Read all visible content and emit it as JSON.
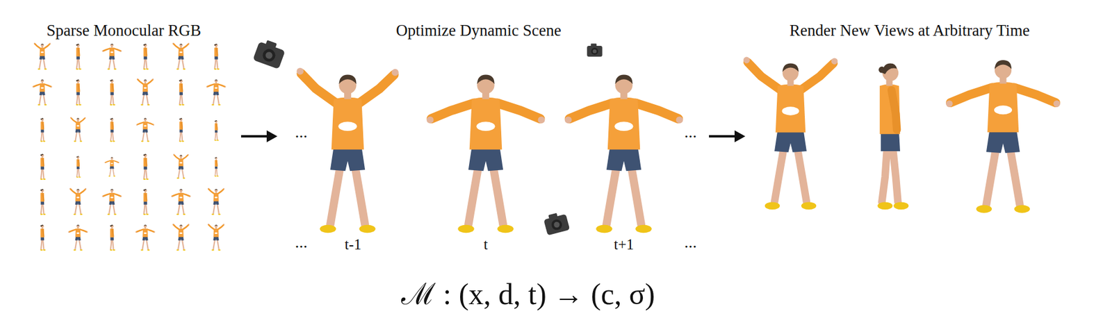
{
  "diagram": {
    "labels": [
      "Sparse Monocular RGB",
      "Optimize Dynamic Scene",
      "Render New Views at Arbitrary Time",
      "...",
      "...",
      "t-1",
      "t",
      "t+1",
      "...",
      "...",
      "ℳ : (x, d, t) → (c, σ)"
    ]
  }
}
